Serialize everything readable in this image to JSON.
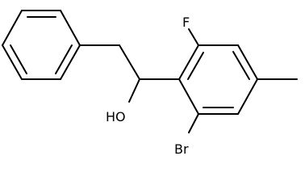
{
  "molecule": {
    "atom_labels": {
      "fluorine": "F",
      "hydroxyl": "HO",
      "bromine": "Br"
    },
    "colors": {
      "bond": "#000000",
      "label": "#000000",
      "background": "#ffffff"
    }
  }
}
